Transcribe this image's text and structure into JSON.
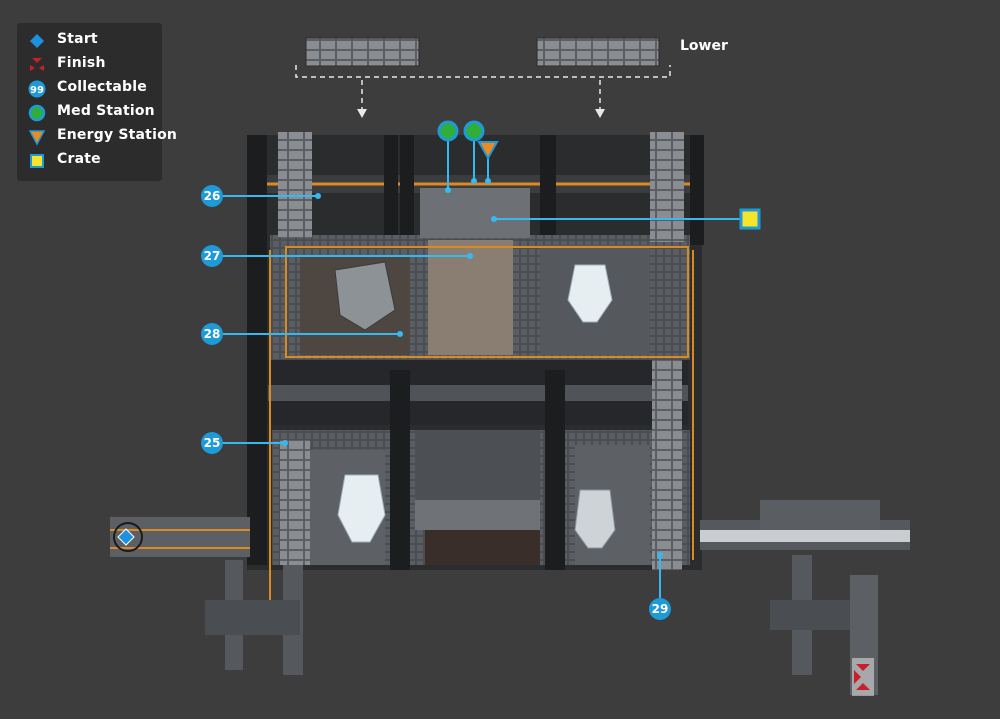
{
  "legend": {
    "start": {
      "label": "Start",
      "icon": "blue-diamond-icon",
      "color": "#1e90e0"
    },
    "finish": {
      "label": "Finish",
      "icon": "red-arrows-icon",
      "color": "#c8202a"
    },
    "collectable": {
      "label": "Collectable",
      "badge": "99",
      "icon": "blue-number-badge-icon",
      "color": "#1e9ad8"
    },
    "med_station": {
      "label": "Med Station",
      "icon": "green-circle-icon",
      "color": "#2fae3a"
    },
    "energy_station": {
      "label": "Energy Station",
      "icon": "orange-triangle-icon",
      "color": "#f08a1e"
    },
    "crate": {
      "label": "Crate",
      "icon": "yellow-square-icon",
      "color": "#f6e52a"
    }
  },
  "lower_label": "Lower",
  "collectables": {
    "c26": "26",
    "c27": "27",
    "c28": "28",
    "c25": "25",
    "c29": "29"
  },
  "colors": {
    "background": "#3d3d3d",
    "marker_blue": "#1e9ad8",
    "leader_line": "#38b8f0"
  }
}
